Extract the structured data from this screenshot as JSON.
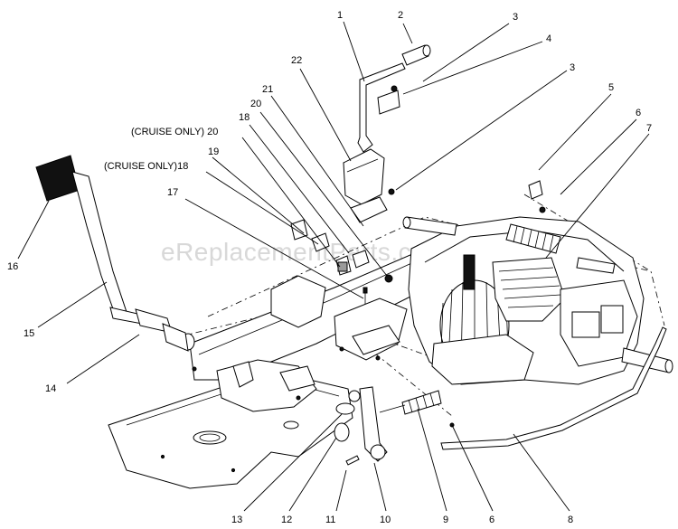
{
  "watermark": "eReplacementParts.com",
  "callouts": {
    "c1": "1",
    "c2": "2",
    "c3a": "3",
    "c4": "4",
    "c22": "22",
    "c3b": "3",
    "c5": "5",
    "c21": "21",
    "c6a": "6",
    "c7": "7",
    "c20": "20",
    "c18a": "18",
    "c20_cruise": "(CRUISE ONLY) 20",
    "c19": "19",
    "c18_cruise": "(CRUISE ONLY)18",
    "c17": "17",
    "c16": "16",
    "c15": "15",
    "c14": "14",
    "c13": "13",
    "c12": "12",
    "c11": "11",
    "c10": "10",
    "c9": "9",
    "c6b": "6",
    "c8": "8"
  }
}
